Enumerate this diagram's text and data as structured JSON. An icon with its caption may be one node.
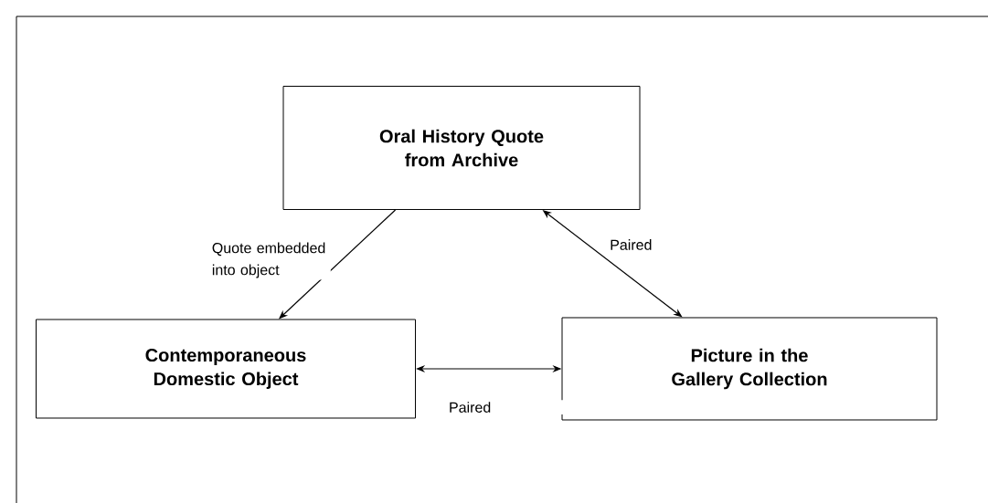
{
  "diagram": {
    "nodes": [
      {
        "text": [
          "Oral History Quote from Archive"
        ]
      },
      {
        "text": [
          "Contemporaneous Domestic Object"
        ]
      },
      {
        "text": [
          "Picture in the Gallery Collection"
        ]
      }
    ],
    "edges": [
      {
        "from": 0,
        "to": 1,
        "arrow": "to",
        "label": "Quote embedded into object"
      },
      {
        "from": 0,
        "to": 2,
        "arrow": "both",
        "label": "Paired"
      },
      {
        "from": 1,
        "to": 2,
        "arrow": "both",
        "label": "Paired"
      }
    ]
  }
}
